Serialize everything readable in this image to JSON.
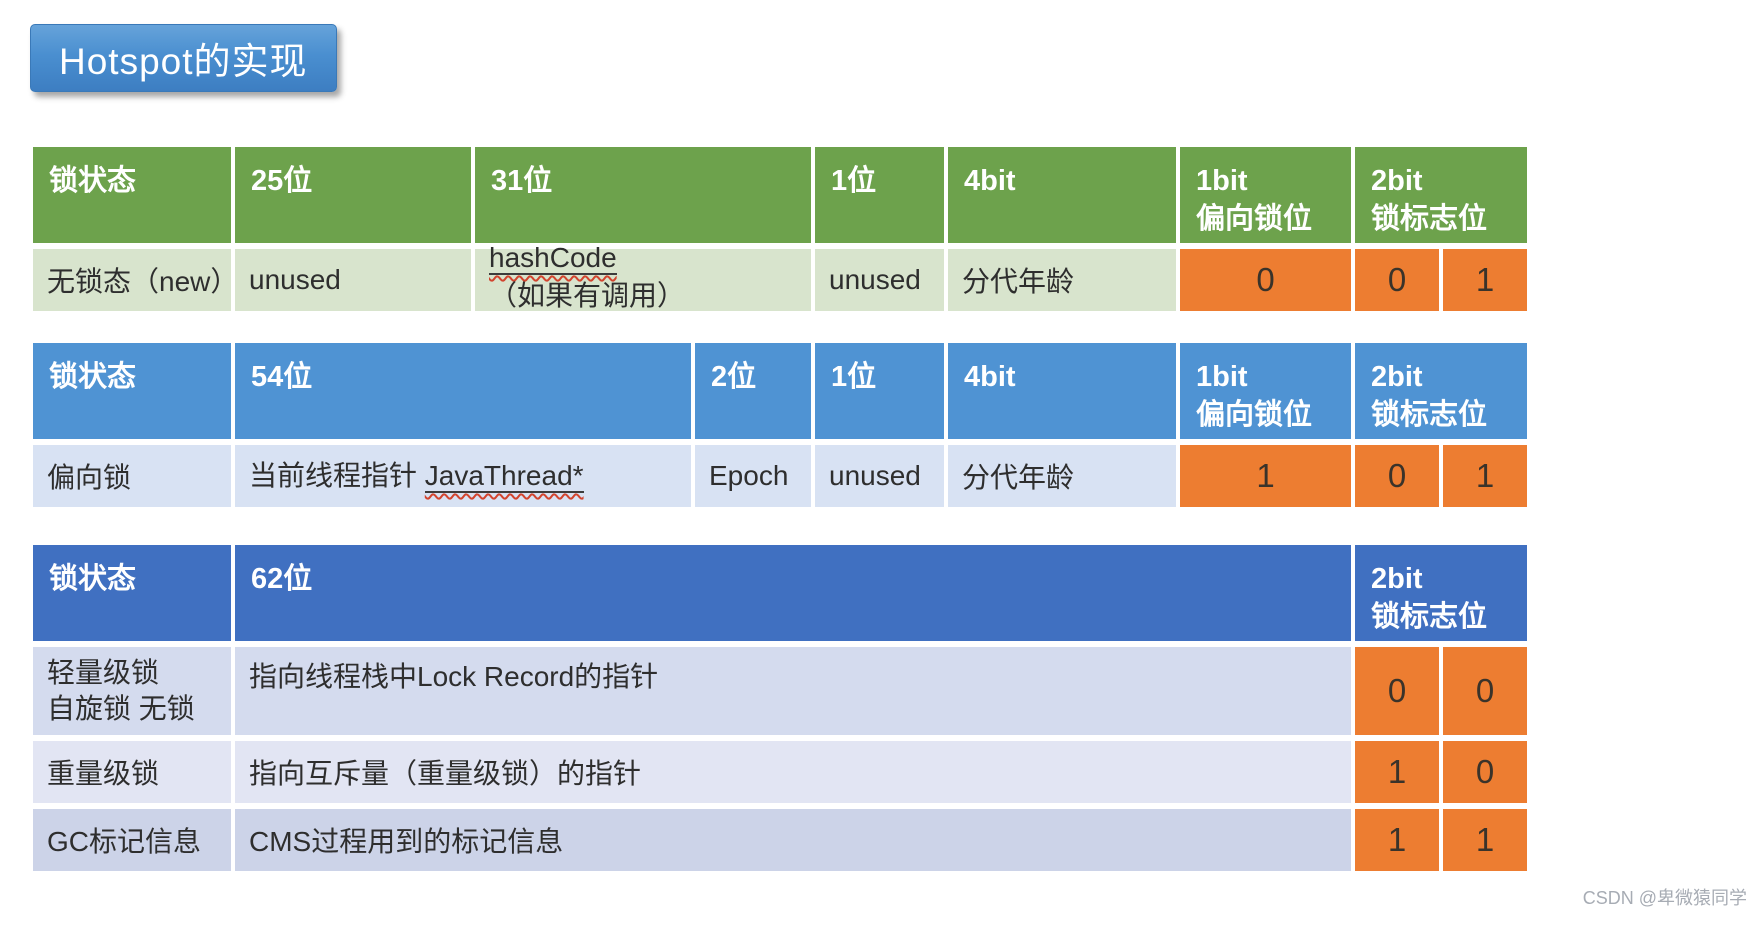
{
  "title": "Hotspot的实现",
  "watermark": "CSDN @卑微猿同学",
  "colors": {
    "title_blue": "#4a8fd0",
    "green_header": "#6da24c",
    "green_row": "#d8e4cd",
    "blue_header": "#4f93d3",
    "blue_row": "#d8e2f3",
    "dark_blue_header": "#4070c1",
    "periwinkle_row_1": "#d4dbee",
    "periwinkle_row_2": "#e2e5f3",
    "periwinkle_row_3": "#ccd3e8",
    "orange_bit_cell": "#ed7d31"
  },
  "table_no_lock": {
    "headers": [
      "锁状态",
      "25位",
      "31位",
      "1位",
      "4bit",
      "1bit\n偏向锁位",
      "2bit\n锁标志位"
    ],
    "row": {
      "state": "无锁态（new）",
      "col25": "unused",
      "hash_link": "hashCode",
      "hash_rest": "（如果有调用）",
      "col1": "unused",
      "age": "分代年龄",
      "bias_bit": "0",
      "flag_bit_1": "0",
      "flag_bit_2": "1"
    }
  },
  "table_biased": {
    "headers": [
      "锁状态",
      "54位",
      "2位",
      "1位",
      "4bit",
      "1bit\n偏向锁位",
      "2bit\n锁标志位"
    ],
    "row": {
      "state": "偏向锁",
      "thread_prefix": "当前线程指针 ",
      "thread_link": "JavaThread*",
      "epoch": "Epoch",
      "unused": "unused",
      "age": "分代年龄",
      "bias_bit": "1",
      "flag_bit_1": "0",
      "flag_bit_2": "1"
    }
  },
  "table_other": {
    "headers": [
      "锁状态",
      "62位",
      "2bit\n锁标志位"
    ],
    "rows": [
      {
        "state": "轻量级锁\n自旋锁 无锁",
        "desc": "指向线程栈中Lock Record的指针",
        "flag_bit_1": "0",
        "flag_bit_2": "0"
      },
      {
        "state": "重量级锁",
        "desc": "指向互斥量（重量级锁）的指针",
        "flag_bit_1": "1",
        "flag_bit_2": "0"
      },
      {
        "state": "GC标记信息",
        "desc": "CMS过程用到的标记信息",
        "flag_bit_1": "1",
        "flag_bit_2": "1"
      }
    ]
  }
}
